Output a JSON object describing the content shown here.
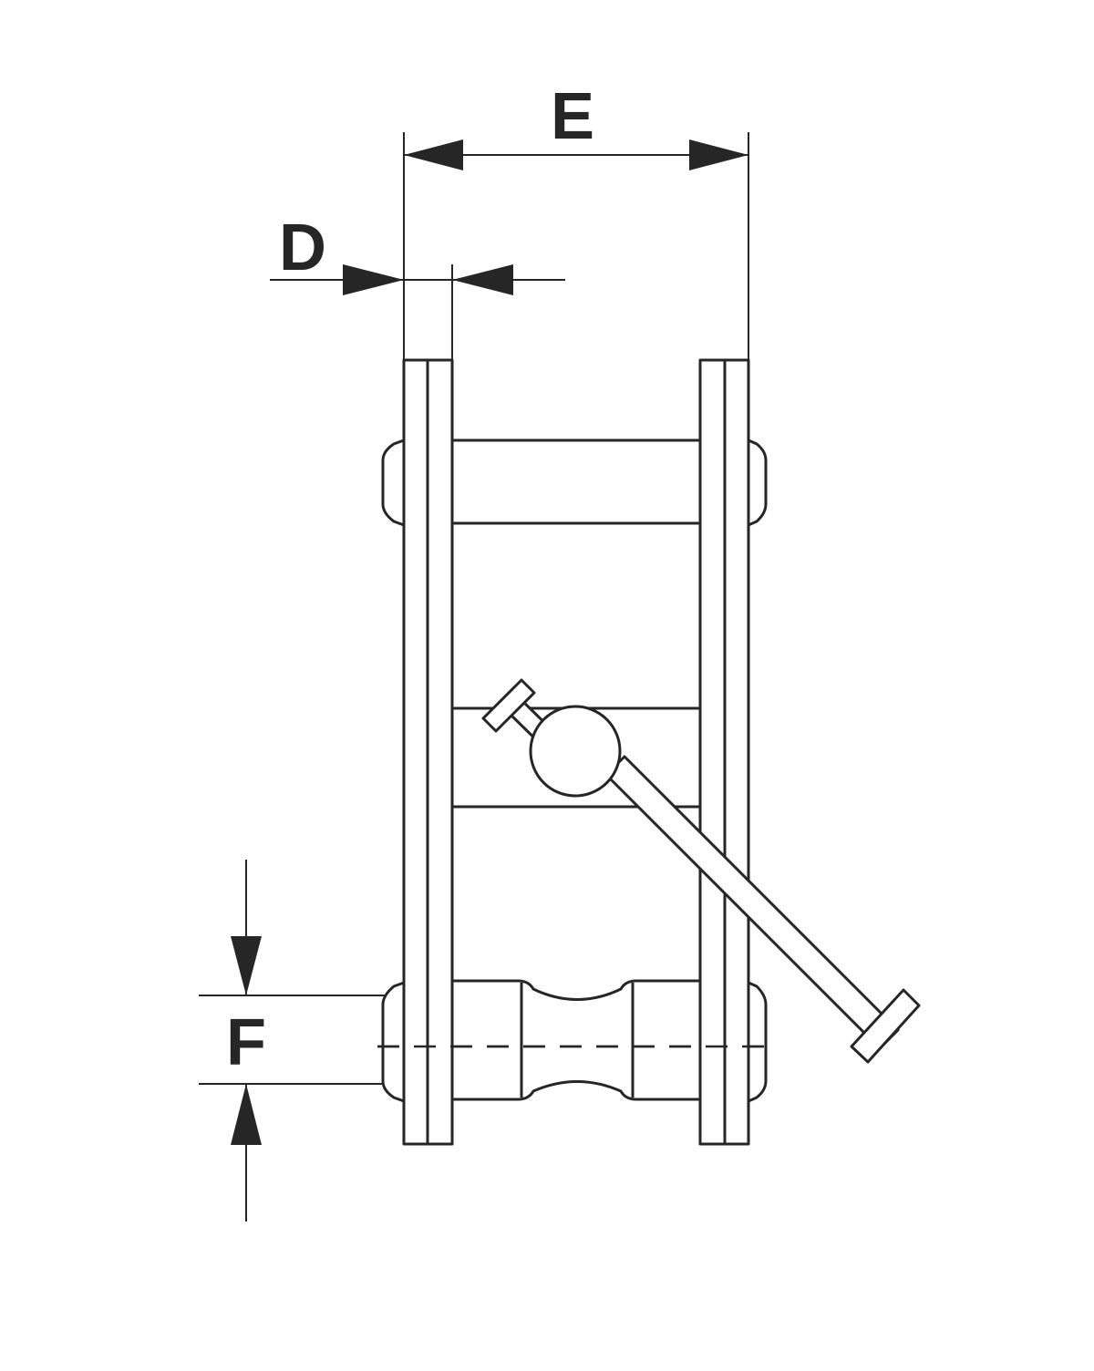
{
  "labels": {
    "d": "D",
    "e": "E",
    "f": "F"
  },
  "colors": {
    "line": "#262626",
    "background": "#ffffff"
  }
}
